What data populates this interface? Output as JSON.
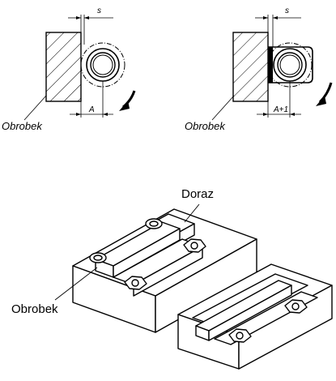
{
  "top_left": {
    "s_label": "s",
    "a_label": "A",
    "workpiece_label": "Obrobek"
  },
  "top_right": {
    "s_label": "s",
    "a_label": "A+1",
    "workpiece_label": "Obrobek"
  },
  "iso": {
    "stop_label": "Doraz",
    "workpiece_label": "Obrobek"
  },
  "colors": {
    "line": "#000000",
    "background": "#ffffff"
  }
}
